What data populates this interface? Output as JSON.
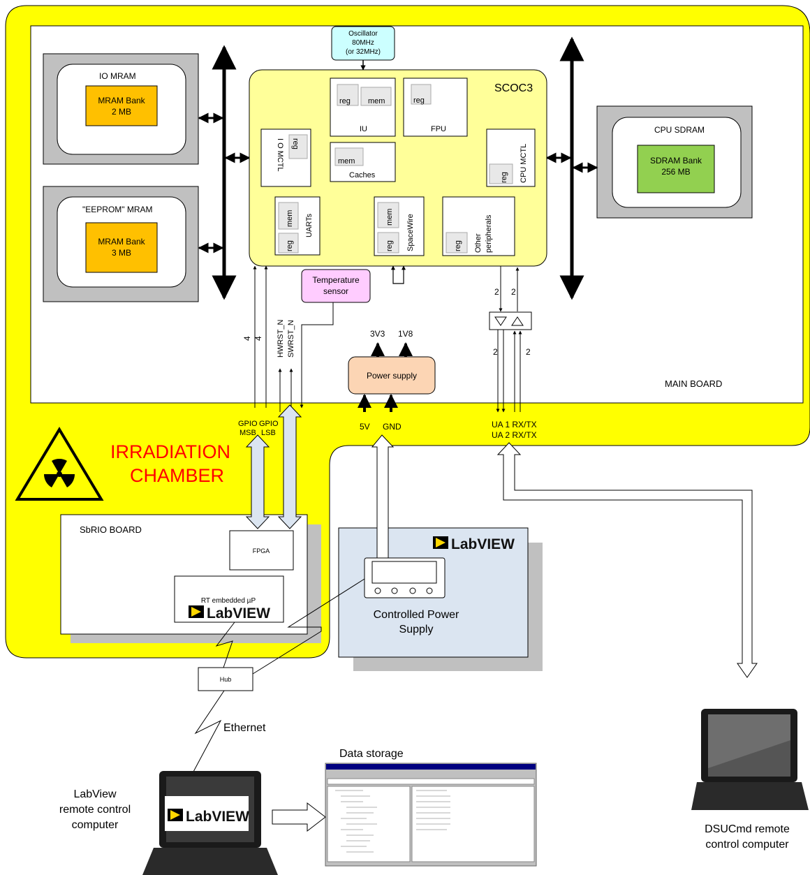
{
  "main_board": "MAIN BOARD",
  "scoc3": "SCOC3",
  "oscillator": [
    "Oscillator",
    "80MHz",
    "(or 32MHz)"
  ],
  "io_mram": {
    "title": "IO  MRAM",
    "bank": [
      "MRAM Bank",
      "2  MB"
    ]
  },
  "eeprom_mram": {
    "title": "\"EEPROM\" MRAM",
    "bank": [
      "MRAM Bank",
      "3 MB"
    ]
  },
  "cpu_sdram": {
    "title": "CPU  SDRAM",
    "bank": [
      "SDRAM  Bank",
      "256 MB"
    ]
  },
  "blocks": {
    "reg": "reg",
    "mem": "mem",
    "iu": "IU",
    "fpu": "FPU",
    "caches": "Caches",
    "io_mctl": "I O MCTL",
    "cpu_mctl": "CPU MCTL",
    "uarts": "UARTs",
    "spacewire": "SpaceWire",
    "other": [
      "Other",
      "peripherals"
    ]
  },
  "temperature_sensor": [
    "Temperature",
    "sensor"
  ],
  "power_supply": "Power supply",
  "rails": {
    "v33": "3V3",
    "v18": "1V8"
  },
  "inputs": {
    "v5": "5V",
    "gnd": "GND"
  },
  "signals": {
    "hwrst": "HWRST_N",
    "swrst": "SWRST_N",
    "four": "4",
    "two": "2"
  },
  "gpio": {
    "msb": [
      "GPIO",
      "MSB"
    ],
    "lsb": [
      "GPIO",
      "LSB"
    ]
  },
  "uart_ports": [
    "UA 1 RX/TX",
    "UA 2 RX/TX"
  ],
  "irradiation": [
    "IRRADIATION",
    "CHAMBER"
  ],
  "sbrio": {
    "title": "SbRIO BOARD",
    "fpga": "FPGA",
    "rt": "RT embedded µP"
  },
  "labview_logo": "LabVIEW",
  "controlled_ps": [
    "Controlled Power",
    "Supply"
  ],
  "hub": "Hub",
  "ethernet": "Ethernet",
  "data_storage": "Data storage",
  "labview_computer": [
    "LabView",
    "remote control",
    "computer"
  ],
  "dsucmd_computer": [
    "DSUCmd remote",
    "control computer"
  ],
  "colors": {
    "yellow": "#ffff00",
    "scoc_fill": "#ffff99",
    "mram_bank": "#ffc000",
    "sdram_bank": "#92d050",
    "osc_fill": "#ccffff",
    "temp_fill": "#ffccff",
    "psu_fill": "#fcd5b4",
    "cps_fill": "#dbe5f1",
    "red": "#ff0000"
  }
}
